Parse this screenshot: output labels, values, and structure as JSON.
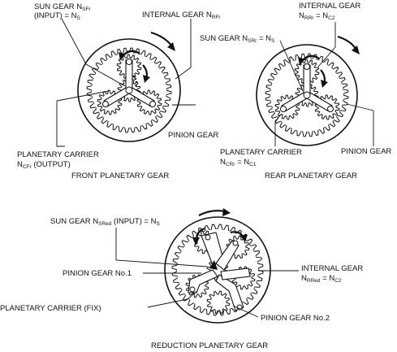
{
  "colors": {
    "ink": "#111111",
    "background": "#ffffff"
  },
  "front": {
    "sun_gear": {
      "line1": "SUN GEAR N",
      "line1_sub": "SFr",
      "line2": "(INPUT) = N",
      "line2_sub": "S"
    },
    "internal_gear": {
      "text": "INTERNAL GEAR N",
      "sub": "RFr"
    },
    "pinion_gear": "PINION GEAR",
    "carrier": {
      "line1": "PLANETARY CARRIER",
      "line2": "N",
      "line2_sub": "CFr",
      "line2_tail": " (OUTPUT)"
    },
    "caption": "FRONT PLANETARY GEAR"
  },
  "rear": {
    "internal_gear": {
      "line1": "INTERNAL GEAR",
      "line2": "N",
      "line2_sub": "RRr",
      "line2_mid": " = N",
      "line2_sub2": "C2"
    },
    "sun_gear": {
      "text": "SUN GEAR N",
      "sub": "SRr",
      "tail": " = N",
      "sub2": "S"
    },
    "pinion_gear": "PINION GEAR",
    "carrier": {
      "line1": "PLANETARY CARRIER",
      "line2": "N",
      "line2_sub": "CRr",
      "line2_mid": " = N",
      "line2_sub2": "C1"
    },
    "caption": "REAR PLANETARY GEAR"
  },
  "reduction": {
    "sun_gear": {
      "text": "SUN GEAR N",
      "sub": "SRed",
      "tail": " (INPUT)  = N",
      "sub2": "S"
    },
    "pinion_no1": "PINION GEAR No.1",
    "internal_gear": {
      "line1": "INTERNAL GEAR",
      "line2": "N",
      "line2_sub": "RRed",
      "line2_mid": " = N",
      "line2_sub2": "C2"
    },
    "carrier": "PLANETARY CARRIER (FIX)",
    "pinion_no2": "PINION GEAR No.2",
    "caption": "REDUCTION PLANETARY GEAR"
  }
}
